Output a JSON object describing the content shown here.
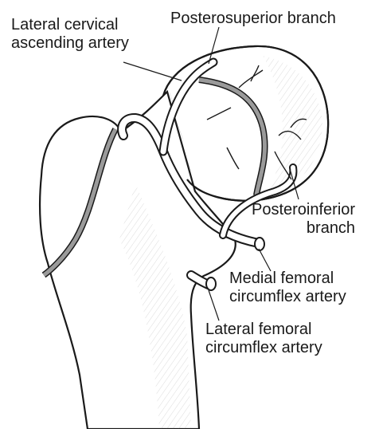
{
  "labels": {
    "lateral_cervical": {
      "line1": "Lateral cervical",
      "line2": "ascending artery"
    },
    "posterosuperior": {
      "line1": "Posterosuperior branch"
    },
    "posteroinferior": {
      "line1": "Posteroinferior",
      "line2": "branch"
    },
    "medial_femoral": {
      "line1": "Medial femoral",
      "line2": "circumflex artery"
    },
    "lateral_femoral": {
      "line1": "Lateral femoral",
      "line2": "circumflex artery"
    }
  },
  "colors": {
    "ink": "#1a1a1a",
    "artery_fill": "#9a9a9a",
    "bone_fill": "#ffffff",
    "background": "#ffffff"
  }
}
